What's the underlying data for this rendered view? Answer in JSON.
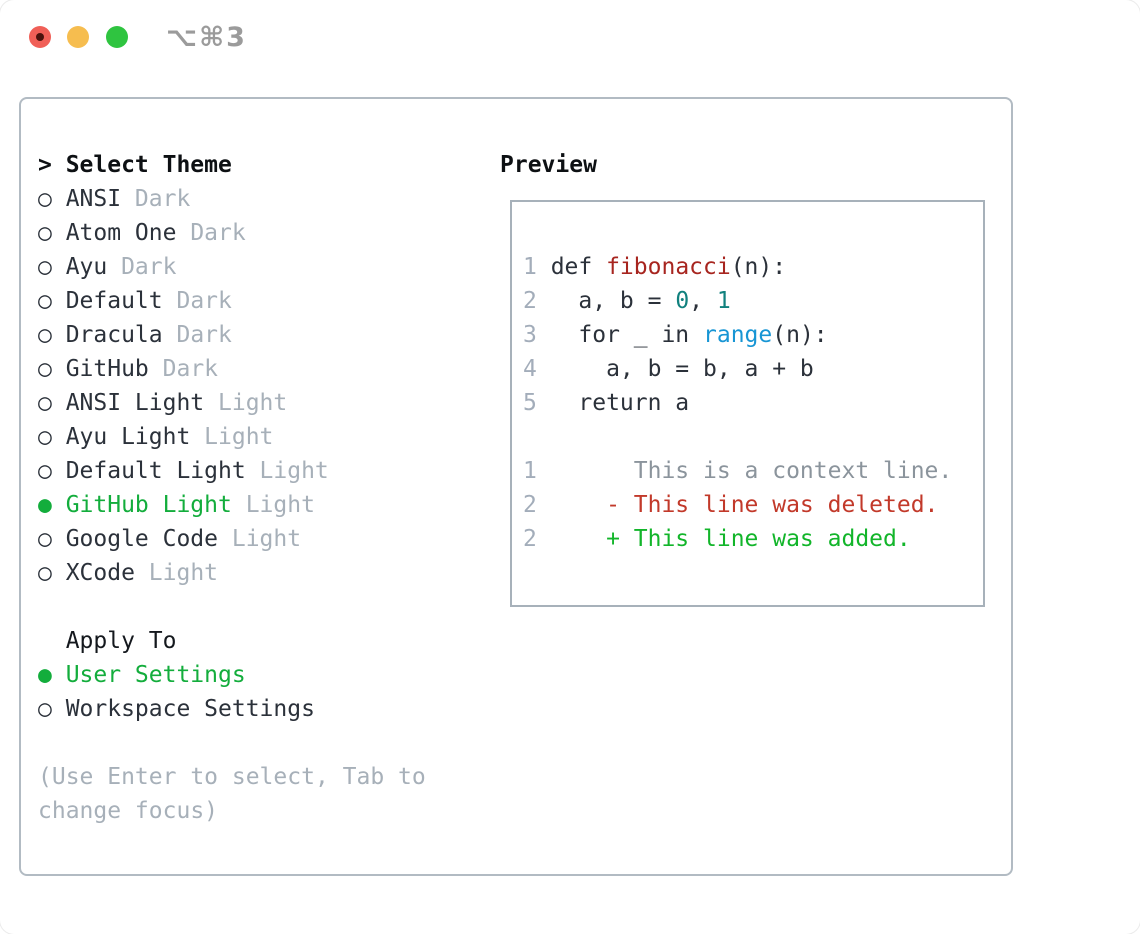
{
  "window": {
    "title": "⌥⌘3",
    "traffic_lights": [
      "close",
      "minimize",
      "zoom"
    ]
  },
  "theme_picker": {
    "prompt": ">",
    "header": "Select Theme",
    "items": [
      {
        "marker": "○",
        "name": "ANSI",
        "variant": "Dark",
        "selected": false
      },
      {
        "marker": "○",
        "name": "Atom One",
        "variant": "Dark",
        "selected": false
      },
      {
        "marker": "○",
        "name": "Ayu",
        "variant": "Dark",
        "selected": false
      },
      {
        "marker": "○",
        "name": "Default",
        "variant": "Dark",
        "selected": false
      },
      {
        "marker": "○",
        "name": "Dracula",
        "variant": "Dark",
        "selected": false
      },
      {
        "marker": "○",
        "name": "GitHub",
        "variant": "Dark",
        "selected": false
      },
      {
        "marker": "○",
        "name": "ANSI Light",
        "variant": "Light",
        "selected": false
      },
      {
        "marker": "○",
        "name": "Ayu Light",
        "variant": "Light",
        "selected": false
      },
      {
        "marker": "○",
        "name": "Default Light",
        "variant": "Light",
        "selected": false
      },
      {
        "marker": "●",
        "name": "GitHub Light",
        "variant": "Light",
        "selected": true
      },
      {
        "marker": "○",
        "name": "Google Code",
        "variant": "Light",
        "selected": false
      },
      {
        "marker": "○",
        "name": "XCode",
        "variant": "Light",
        "selected": false
      }
    ],
    "apply_to": {
      "header": "Apply To",
      "options": [
        {
          "marker": "●",
          "label": "User Settings",
          "selected": true
        },
        {
          "marker": "○",
          "label": "Workspace Settings",
          "selected": false
        }
      ]
    },
    "hint": {
      "line1": "(Use Enter to select, Tab to",
      "line2": "change focus)"
    }
  },
  "preview": {
    "header": "Preview",
    "code_lines": [
      {
        "num": "1",
        "s1": "def ",
        "fn": "fibonacci",
        "s2": "(n):"
      },
      {
        "num": "2",
        "s1": "  a, b = ",
        "lit1": "0",
        "s2": ", ",
        "lit2": "1"
      },
      {
        "num": "3",
        "s1": "  for _ in ",
        "bi": "range",
        "s2": "(n):"
      },
      {
        "num": "4",
        "s1": "    a, b = b, a + b"
      },
      {
        "num": "5",
        "s1": "  return a"
      }
    ],
    "diff_lines": [
      {
        "num": "1",
        "body": "      This is a context line.",
        "kind": "context"
      },
      {
        "num": "2",
        "body": "    - This line was deleted.",
        "kind": "deleted"
      },
      {
        "num": "2",
        "body": "    + This line was added.",
        "kind": "added"
      }
    ]
  },
  "colors": {
    "selection_green": "#13ad3c",
    "added_green": "#12b52a",
    "deleted_red": "#c2392a",
    "function_red": "#a7251f",
    "builtin_blue": "#1795d4",
    "literal_teal": "#11817e",
    "muted_gray": "#a7b0b9",
    "context_gray": "#8b949c",
    "line_number_gray": "#a3adba",
    "text_dark": "#2b313a",
    "panel_border": "#b2bbc3",
    "traffic_red": "#f05f57",
    "traffic_yellow": "#f6bd4f",
    "traffic_green": "#2fc440"
  }
}
